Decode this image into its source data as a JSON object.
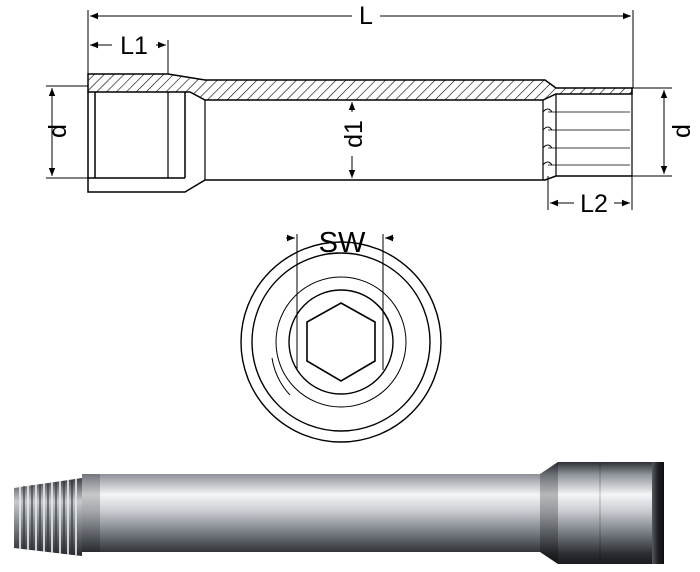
{
  "dimensions": {
    "overall_length": "L",
    "socket_depth": "L1",
    "thread_length": "L2",
    "outer_diameter_left": "d",
    "outer_diameter_right": "d",
    "body_diameter": "d1",
    "wrench_size": "SW"
  },
  "colors": {
    "line": "#000000",
    "hatch": "#000000",
    "background": "#ffffff",
    "metal_light": "#f2f3f5",
    "metal_mid": "#a9adb3",
    "metal_dark": "#3a3d42"
  },
  "views": [
    "section-view",
    "end-view-hex-socket",
    "product-photo-threaded-pipe-extension"
  ]
}
